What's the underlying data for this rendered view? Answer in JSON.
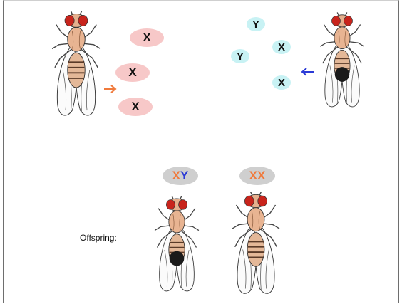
{
  "female_parent": {
    "chromosomes": [
      "X",
      "X",
      "X"
    ],
    "color": "#f7c8c8"
  },
  "male_parent": {
    "chromosomes": [
      "Y",
      "Y",
      "X",
      "X"
    ],
    "color": "#c8f2f4"
  },
  "offspring": {
    "label": "Offspring:",
    "male_pair": {
      "first": "X",
      "second": "Y",
      "first_color": "#f07a3c",
      "second_color": "#2b3ad6"
    },
    "female_pair": {
      "first": "X",
      "second": "X",
      "first_color": "#f07a3c",
      "second_color": "#f07a3c"
    }
  },
  "arrows": {
    "female_arrow_color": "#f07a3c",
    "male_arrow_color": "#2b3ad6"
  }
}
